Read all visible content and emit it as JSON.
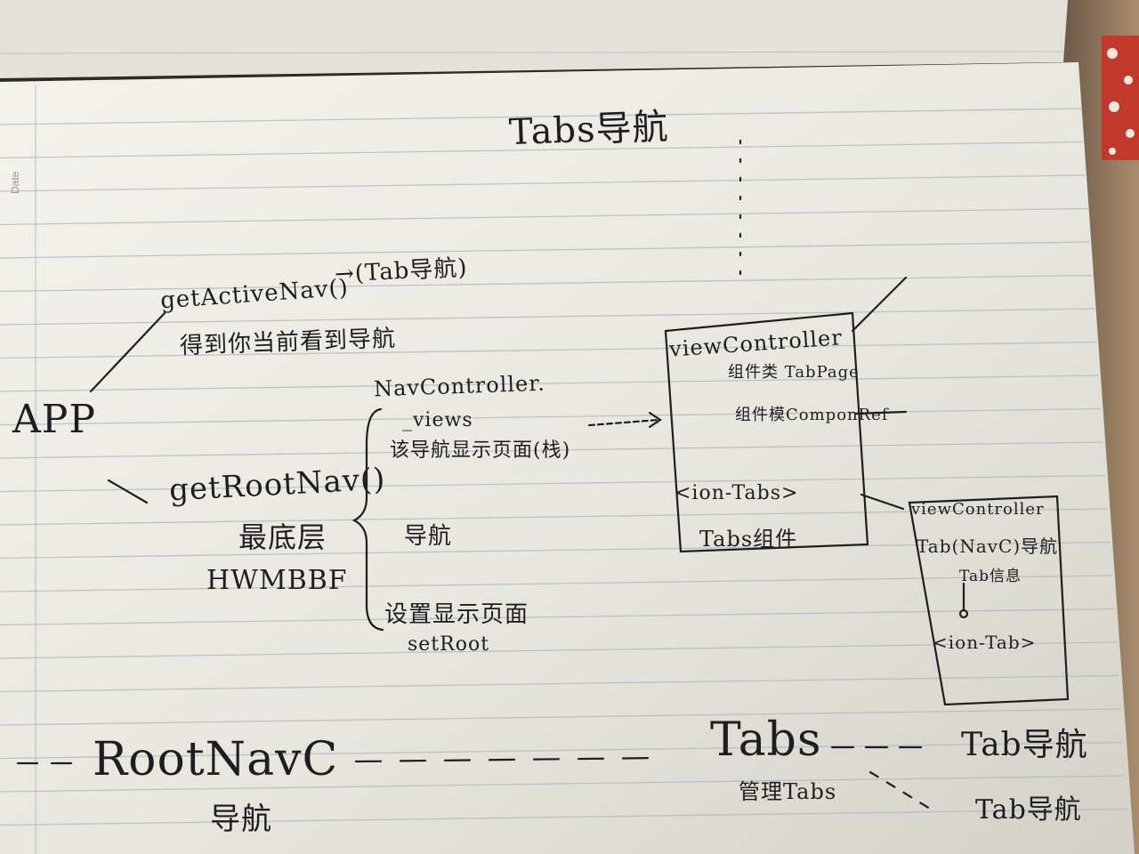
{
  "notebook": {
    "date_label": "Date",
    "title": "Tabs导航"
  },
  "left": {
    "app": "APP",
    "get_active_nav": "getActiveNav()",
    "arrow_target": "→(Tab导航)",
    "get_active_desc": "得到你当前看到导航",
    "get_root_nav": "getRootNav()",
    "root_bottom": "最底层",
    "root_code": "HWMBBF"
  },
  "nav_controller": {
    "title": "NavController.",
    "views": "_views",
    "views_desc": "该导航显示页面(栈)",
    "nav": "导航",
    "set_root": "设置显示页面",
    "set_root_fn": "setRoot"
  },
  "view_controller_box": {
    "title": "viewController",
    "component_class": "组件类 TabPage",
    "component_ref": "组件模ComponRef",
    "ion_tabs": "<ion-Tabs>",
    "tabs_component": "Tabs组件"
  },
  "view_controller_box2": {
    "title": "viewController",
    "tab_navc": "Tab(NavC)导航",
    "tab_info": "Tab信息",
    "ion_tab": "<ion-Tab>"
  },
  "bottom": {
    "root_navc": "RootNavC",
    "root_navc_sub": "导航",
    "tabs": "Tabs",
    "tabs_sub": "管理Tabs",
    "tab_nav_1": "Tab导航",
    "tab_nav_2": "Tab导航"
  },
  "colors": {
    "paper": "#ecebe4",
    "rule_line": "#a7b6c5",
    "ink": "#1d1d22",
    "background": "#2c2a26",
    "shadow_right": "#b99e7e",
    "red_pattern": "#c0392b"
  }
}
